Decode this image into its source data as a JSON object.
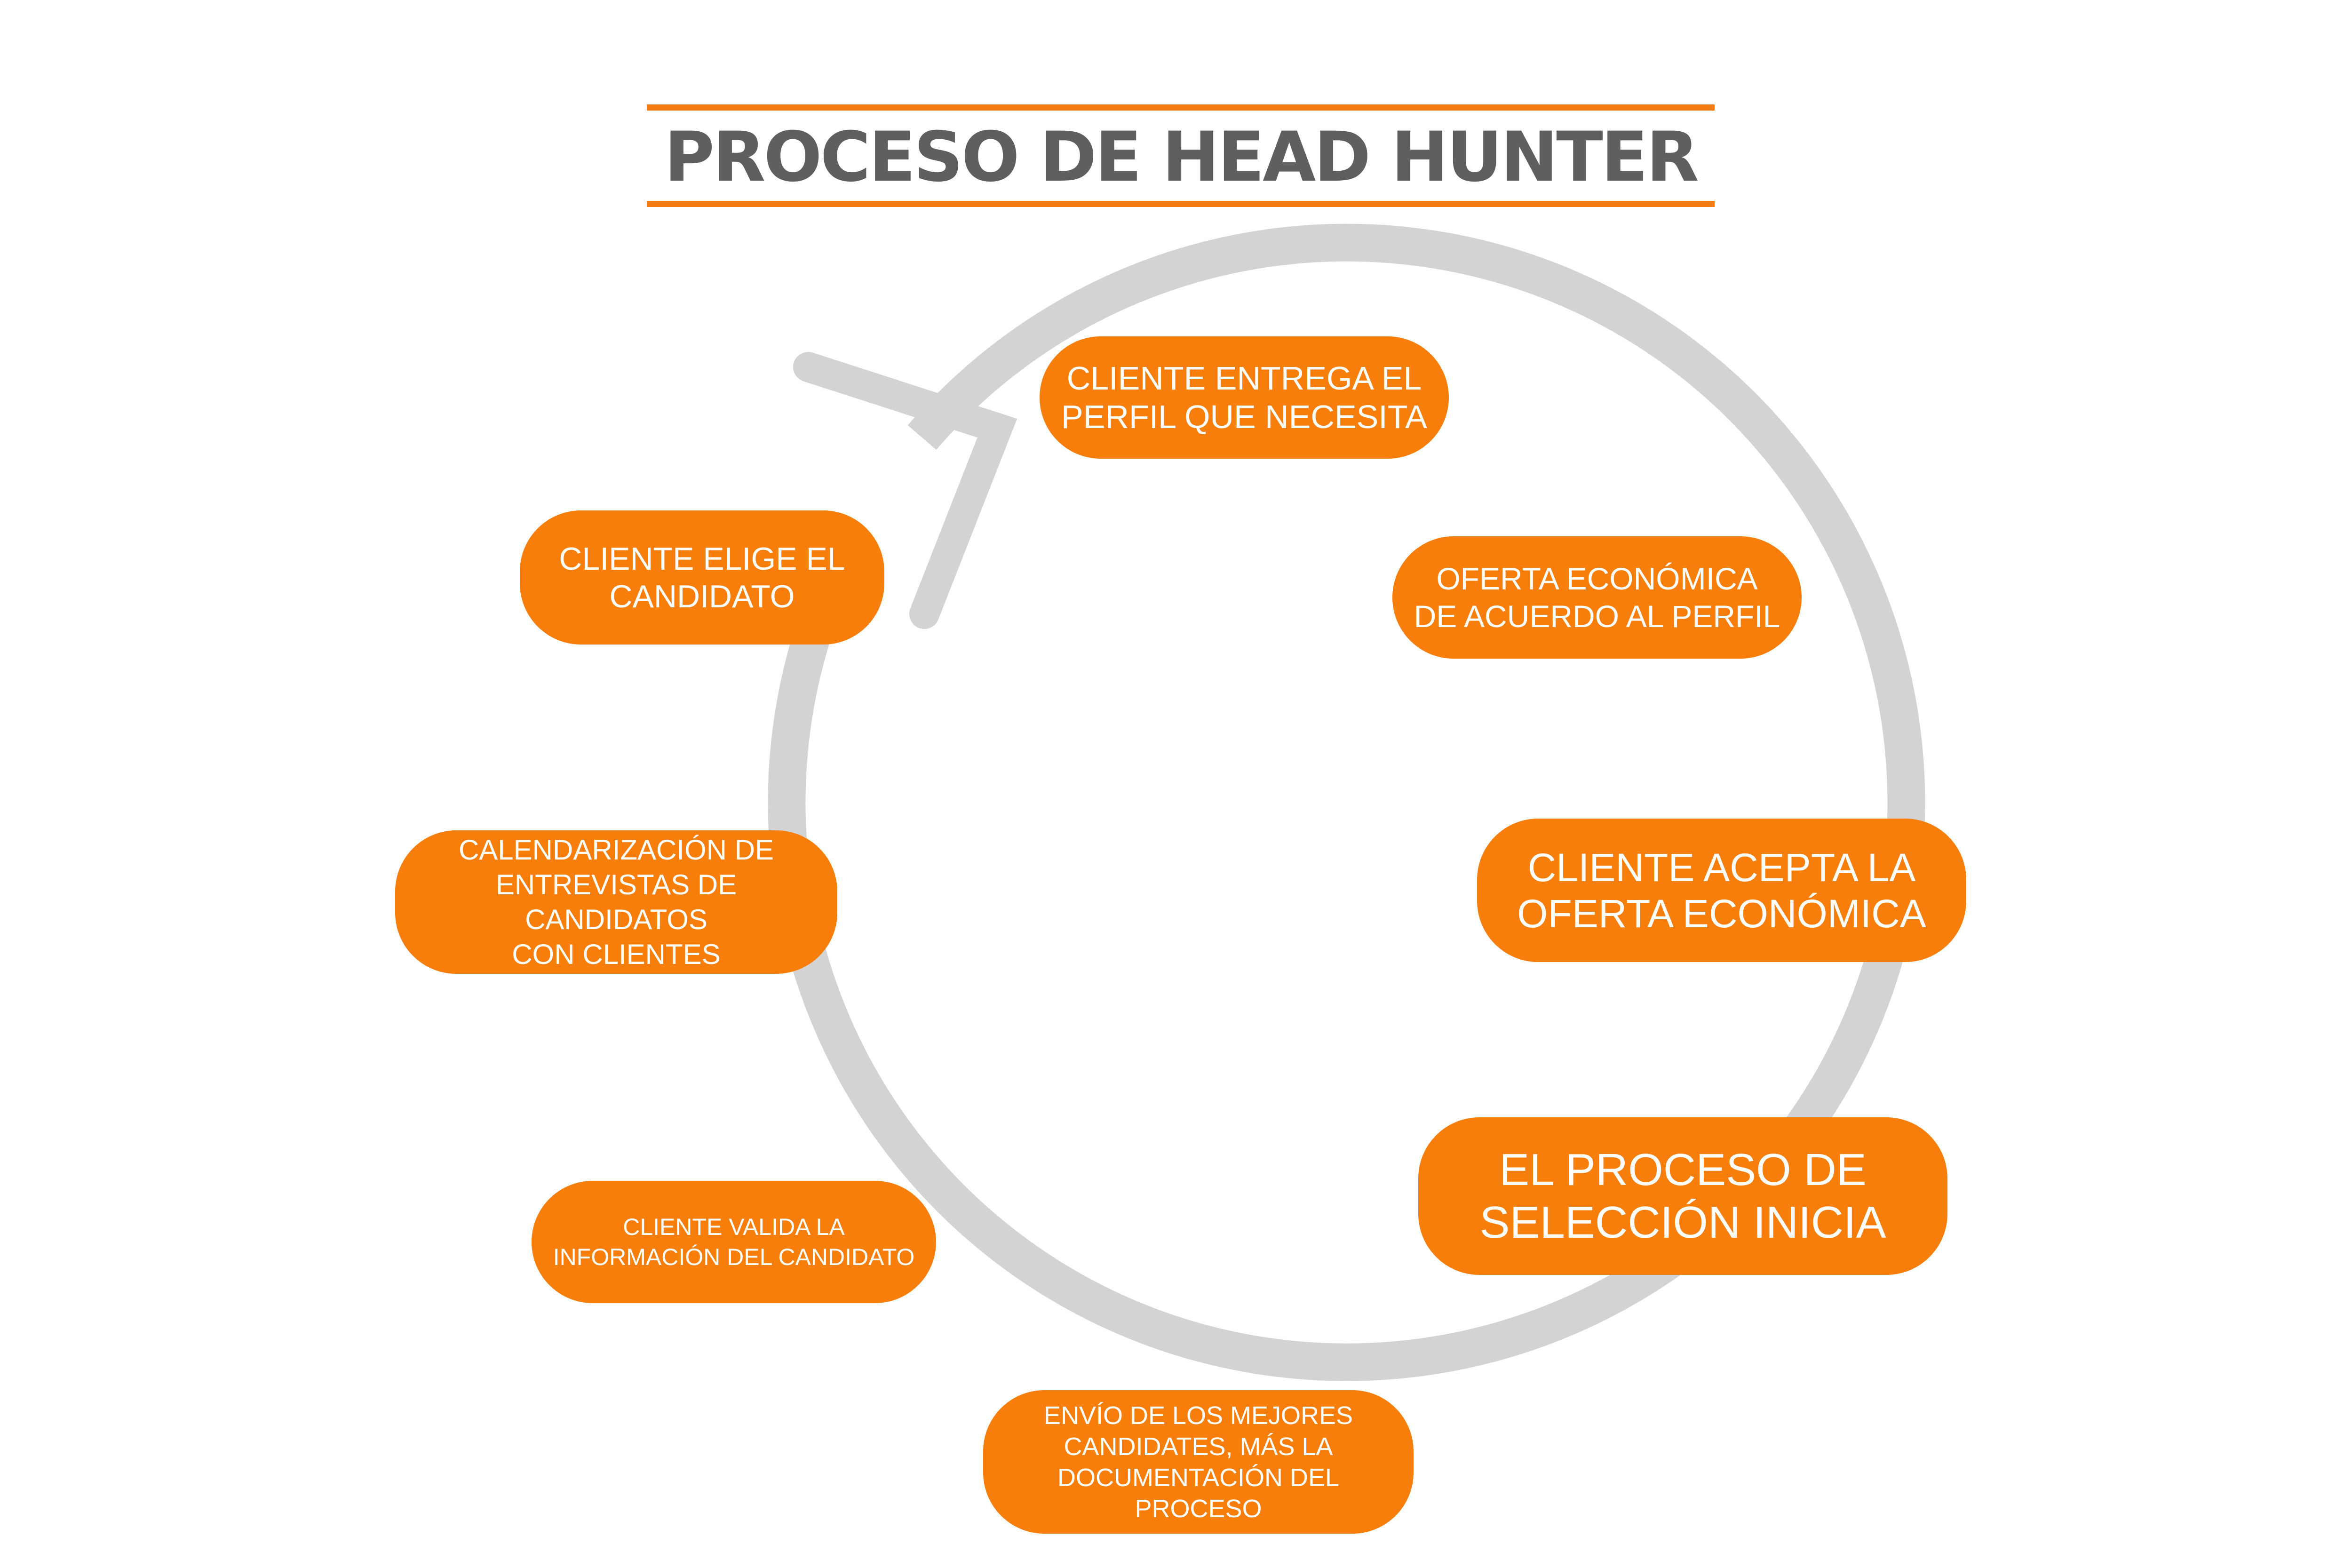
{
  "title": "PROCESO DE HEAD HUNTER",
  "colors": {
    "accent": "#f77e0b",
    "title_text": "#5f5f5f",
    "cycle_arrow": "#d3d3d3",
    "step_text": "#ffffff",
    "background": "#ffffff"
  },
  "steps": [
    {
      "label": "CLIENTE ENTREGA EL\nPERFIL QUE NECESITA"
    },
    {
      "label": "OFERTA ECONÓMICA\nDE ACUERDO AL PERFIL"
    },
    {
      "label": "CLIENTE ACEPTA LA\nOFERTA ECONÓMICA"
    },
    {
      "label": "EL PROCESO DE\nSELECCIÓN INICIA"
    },
    {
      "label": "ENVÍO DE LOS MEJORES\nCANDIDATES, MÁS LA\nDOCUMENTACIÓN DEL PROCESO"
    },
    {
      "label": "CLIENTE VALIDA LA\nINFORMACIÓN DEL CANDIDATO"
    },
    {
      "label": "CALENDARIZACIÓN DE\nENTREVISTAS DE CANDIDATOS\nCON CLIENTES"
    },
    {
      "label": "CLIENTE ELIGE EL\nCANDIDATO"
    }
  ]
}
